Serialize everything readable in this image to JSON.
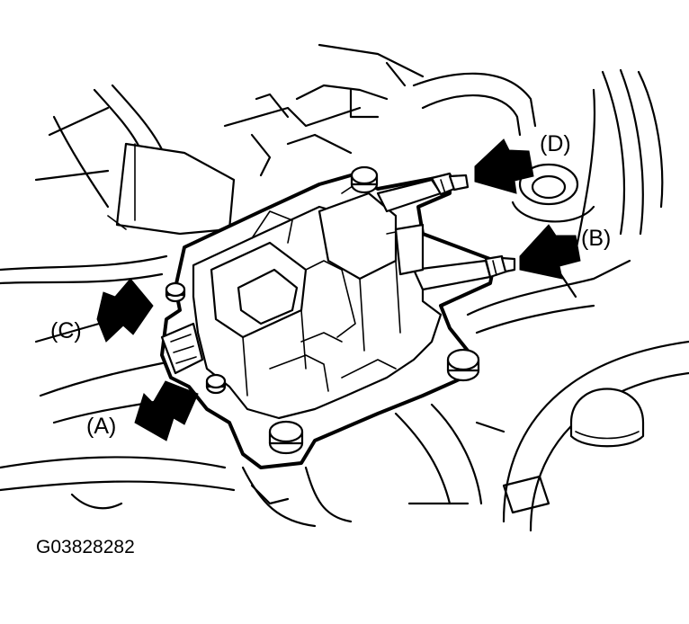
{
  "callouts": {
    "a": "(A)",
    "b": "(B)",
    "c": "(C)",
    "d": "(D)"
  },
  "figure_id": "G03828282"
}
